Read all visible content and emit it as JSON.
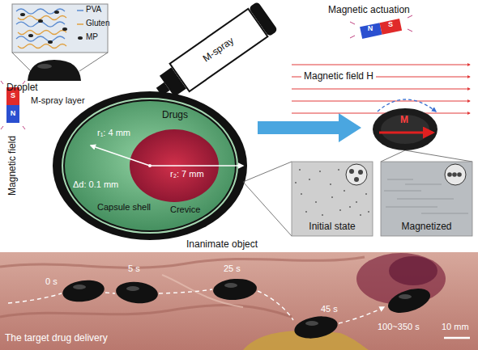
{
  "diagram": {
    "nodes": [
      {
        "text": [
          "M-spray"
        ]
      },
      {
        "text": [
          "Initial state"
        ]
      },
      {
        "text": [
          "Magnetized"
        ]
      }
    ],
    "labels": [
      "Droplet",
      "M-spray layer",
      "Drugs",
      "r₁: 4 mm",
      "r₂: 7 mm",
      "Δd: 0.1 mm",
      "Capsule shell",
      "Crevice",
      "Magnetic field",
      "S",
      "N",
      "Inanimate object",
      "Magnetic actuation",
      "N",
      "S",
      "Magnetic field H",
      "M",
      "0 s",
      "5 s",
      "25 s",
      "45 s",
      "100~350 s",
      "10 mm",
      "The target drug delivery"
    ],
    "legend": [
      {
        "text": "PVA"
      },
      {
        "text": "Gluten"
      },
      {
        "text": "MP"
      }
    ]
  }
}
